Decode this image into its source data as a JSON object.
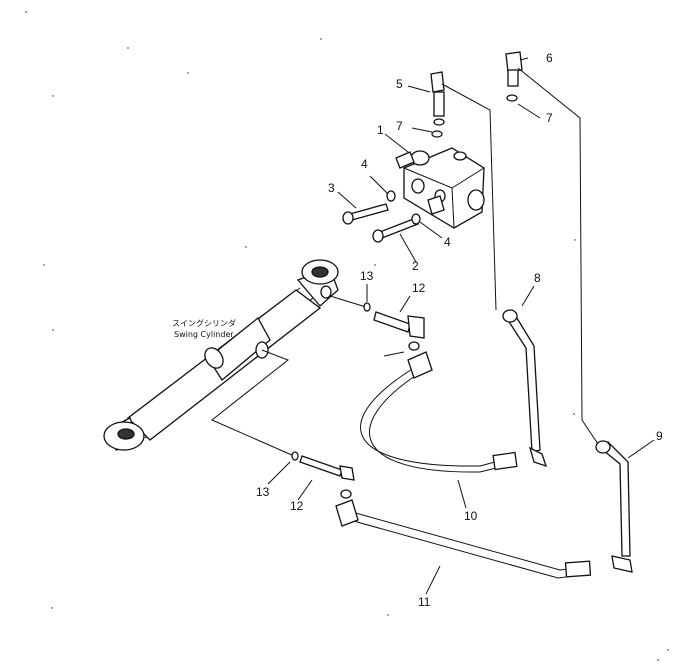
{
  "caption": {
    "japanese": "スイングシリンダ",
    "english": "Swing Cylinder"
  },
  "labels": {
    "p1": "1",
    "p2": "2",
    "p3": "3",
    "p4a": "4",
    "p4b": "4",
    "p5": "5",
    "p6": "6",
    "p7a": "7",
    "p7b": "7",
    "p8": "8",
    "p9": "9",
    "p10": "10",
    "p11": "11",
    "p12a": "12",
    "p12b": "12",
    "p13a": "13",
    "p13b": "13"
  }
}
